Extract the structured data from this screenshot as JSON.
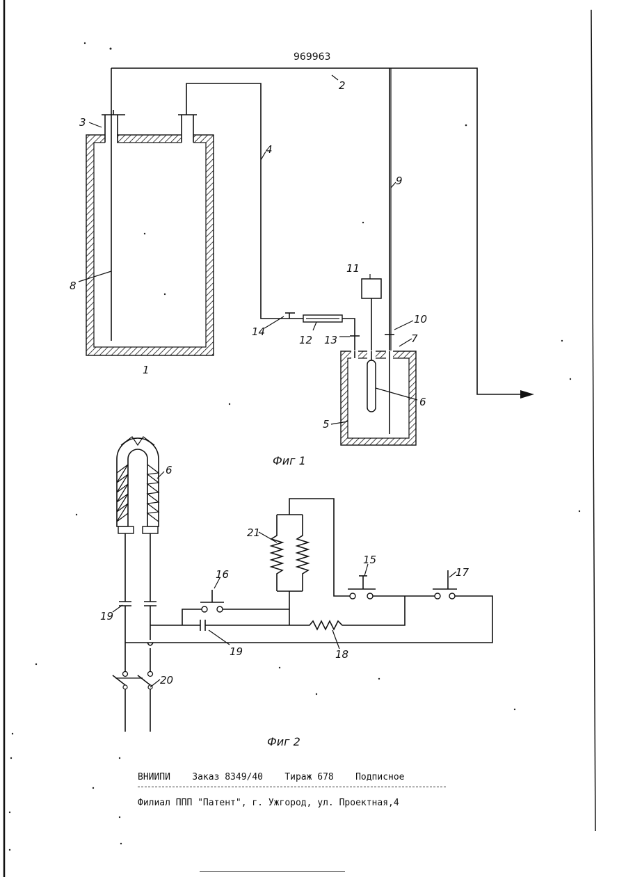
{
  "document": {
    "patent_number": "969963",
    "figure_1": {
      "caption": "Фиг 1",
      "labels": {
        "l1": "1",
        "l2": "2",
        "l3": "3",
        "l4": "4",
        "l5": "5",
        "l6": "6",
        "l7": "7",
        "l8": "8",
        "l9": "9",
        "l10": "10",
        "l11": "11",
        "l12": "12",
        "l13": "13",
        "l14": "14"
      }
    },
    "figure_2": {
      "caption": "Фиг 2",
      "labels": {
        "l6": "6",
        "l15": "15",
        "l16": "16",
        "l17": "17",
        "l18": "18",
        "l19a": "19",
        "l19b": "19",
        "l20": "20",
        "l21": "21"
      }
    },
    "footer": {
      "line1": "ВНИИПИ    Заказ 8349/40    Тираж 678    Подписное",
      "line2": "Филиал ППП \"Патент\", г. Ужгород, ул. Проектная,4"
    }
  }
}
